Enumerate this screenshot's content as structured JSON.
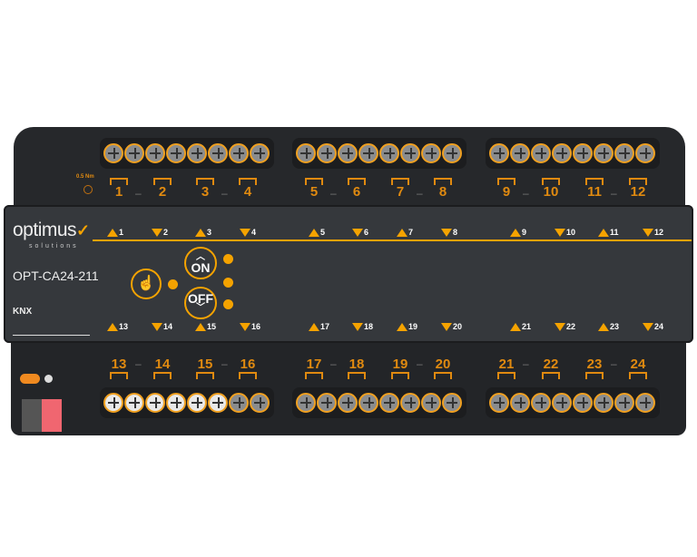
{
  "brand": {
    "name": "optimus",
    "sub": "solutions",
    "check": "✓"
  },
  "model": "OPT-CA24-211",
  "knx": "KNX",
  "torque": "0.5 Nm",
  "buttons": {
    "on": "ON",
    "off": "OFF"
  },
  "top_relays": [
    "1",
    "2",
    "3",
    "4",
    "5",
    "6",
    "7",
    "8",
    "9",
    "10",
    "11",
    "12"
  ],
  "bottom_relays": [
    "13",
    "14",
    "15",
    "16",
    "17",
    "18",
    "19",
    "20",
    "21",
    "22",
    "23",
    "24"
  ],
  "top_channels": [
    "1",
    "2",
    "3",
    "4",
    "5",
    "6",
    "7",
    "8",
    "9",
    "10",
    "11",
    "12"
  ],
  "bottom_channels": [
    "13",
    "14",
    "15",
    "16",
    "17",
    "18",
    "19",
    "20",
    "21",
    "22",
    "23",
    "24"
  ],
  "colors": {
    "accent": "#f5a300",
    "housing": "#26282b",
    "panel": "#35383c"
  }
}
